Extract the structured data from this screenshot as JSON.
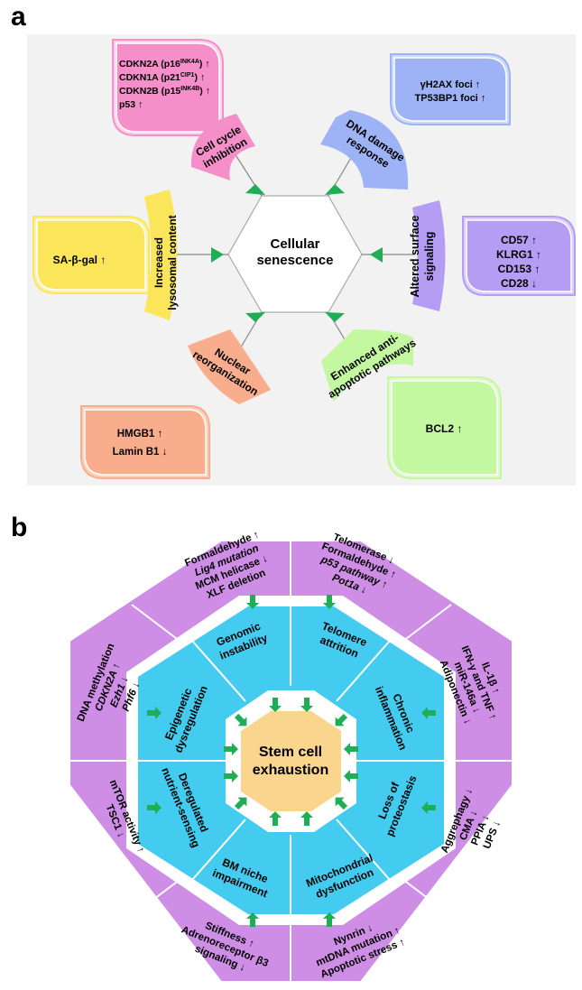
{
  "panel_a": {
    "letter": "a",
    "center": [
      "Cellular",
      "senescence"
    ],
    "cell_cycle": {
      "label": [
        "Cell cycle",
        "inhibition"
      ],
      "markers": [
        {
          "base": "CDKN2A (p16",
          "sup": "INK4A",
          "tail": ") ↑"
        },
        {
          "base": "CDKN1A (p21",
          "sup": "CIP1",
          "tail": ") ↑"
        },
        {
          "base": "CDKN2B (p15",
          "sup": "INK4B",
          "tail": ") ↑"
        },
        {
          "base": "p53 ↑",
          "sup": "",
          "tail": ""
        }
      ]
    },
    "dna_damage": {
      "label": [
        "DNA damage",
        "response"
      ],
      "markers": [
        "γH2AX foci ↑",
        "TP53BP1 foci ↑"
      ]
    },
    "lysosomal": {
      "label": [
        "Increased",
        "lysosomal content"
      ],
      "markers": [
        "SA-β-gal ↑"
      ]
    },
    "surface": {
      "label": [
        "Altered surface",
        "signaling"
      ],
      "markers": [
        "CD57 ↑",
        "KLRG1 ↑",
        "CD153 ↑",
        "CD28 ↓"
      ]
    },
    "nuclear": {
      "label": [
        "Nuclear",
        "reorganization"
      ],
      "markers": [
        "HMGB1 ↑",
        "Lamin B1 ↓"
      ]
    },
    "antiapoptotic": {
      "label": [
        "Enhanced anti-",
        "apoptotic pathways"
      ],
      "markers": [
        "BCL2 ↑"
      ]
    },
    "colors": {
      "pink": "#f48fca",
      "blue": "#9db3f5",
      "yellow": "#fae55b",
      "purple": "#b49df2",
      "orange": "#f8ad8c",
      "green": "#c3f7a0",
      "arrow": "#1fae55"
    }
  },
  "panel_b": {
    "letter": "b",
    "center": [
      "Stem cell",
      "exhaustion"
    ],
    "inner": {
      "genomic": [
        "Genomic",
        "instability"
      ],
      "telomere": [
        "Telomere",
        "attrition"
      ],
      "inflammation": [
        "Chronic",
        "inflammation"
      ],
      "proteostasis": [
        "Loss of",
        "proteostasis"
      ],
      "mito": [
        "Mitochondrial",
        "dysfunction"
      ],
      "bm": [
        "BM niche",
        "impairment"
      ],
      "nutrient": [
        "Deregulated",
        "nutrient-sensing"
      ],
      "epigenetic": [
        "Epigenetic",
        "dysregulation"
      ]
    },
    "outer": {
      "genomic": [
        "Formaldehyde ↑",
        "Lig4 mutation",
        "MCM helicase ↓",
        "XLF deletion"
      ],
      "telomere": [
        "Telomerase ↓",
        "Formaldehyde ↑",
        "p53 pathway ↑",
        "Pot1a ↓"
      ],
      "inflammation": [
        "IL-1β ↑",
        "IFN-γ and TNF ↑",
        "miR-146a ↓",
        "Adiponectin ↓"
      ],
      "proteostasis": [
        "Aggrephagy ↓",
        "CMA ↓",
        "PPIA ↓",
        "UPS ↓"
      ],
      "mito": [
        "Nynrin ↓",
        "mtDNA mutation ↑",
        "Apoptotic stress ↑"
      ],
      "bm": [
        "Stiffness ↑",
        "Adrenoreceptor β3",
        "signaling ↓"
      ],
      "nutrient": [
        "mTOR activity ↑",
        "TSC1 ↓"
      ],
      "epigenetic": [
        "DNA methylation",
        "CDKN2A ↑",
        "Ezh1 ↓",
        "Phf6 ↓"
      ]
    },
    "colors": {
      "outer": "#cf8ee6",
      "inner": "#43ccef",
      "center": "#fad58e",
      "arrow": "#1fae55"
    }
  }
}
